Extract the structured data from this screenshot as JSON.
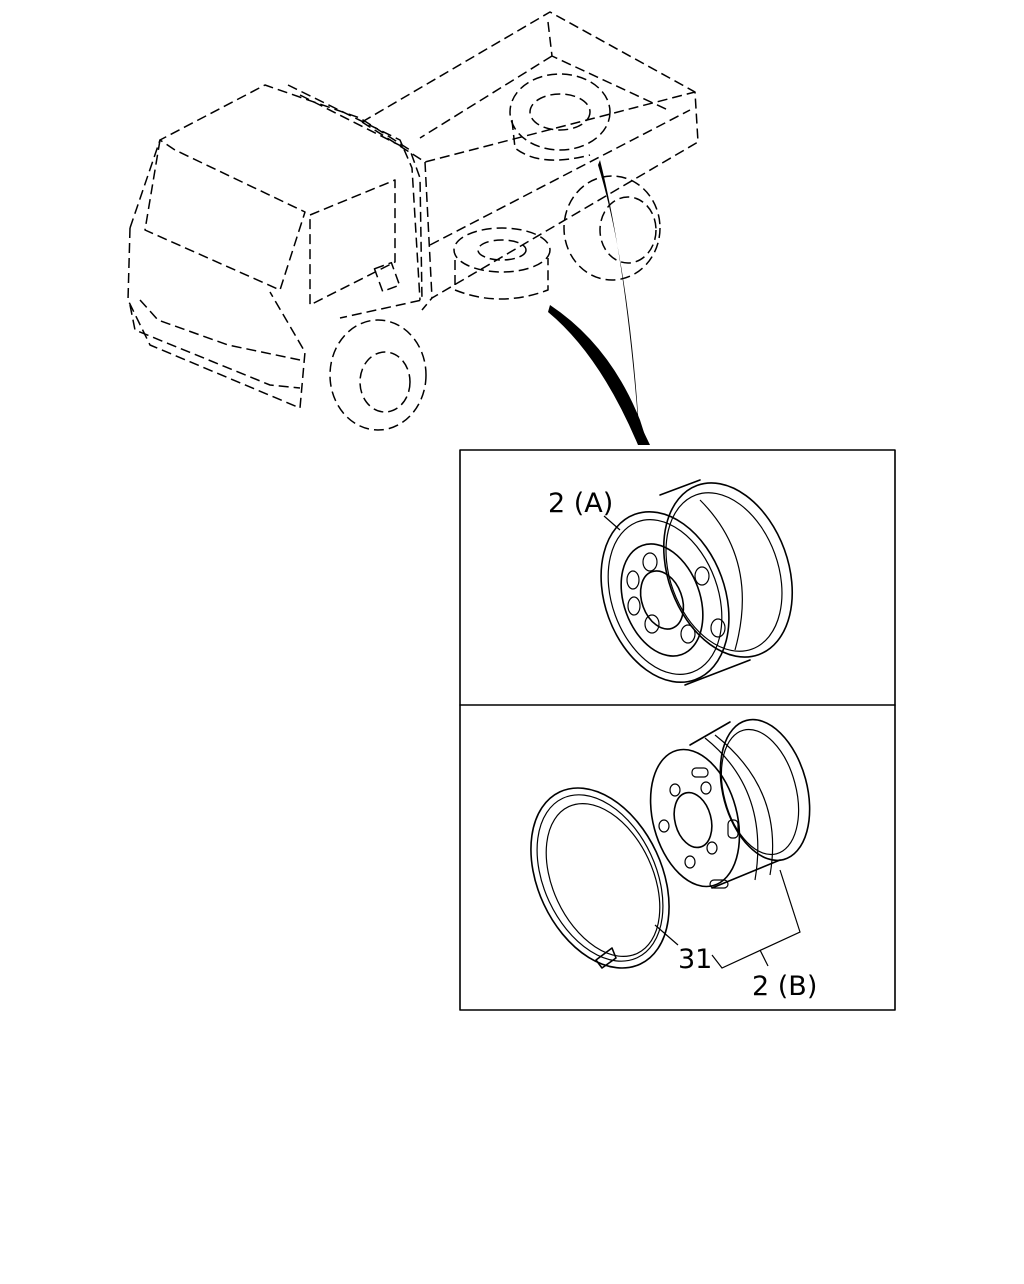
{
  "diagram": {
    "labels": {
      "part_a": "2 (A)",
      "part_b": "2 (B)",
      "part_31": "31"
    },
    "colors": {
      "line": "#000000",
      "background": "#ffffff"
    }
  }
}
